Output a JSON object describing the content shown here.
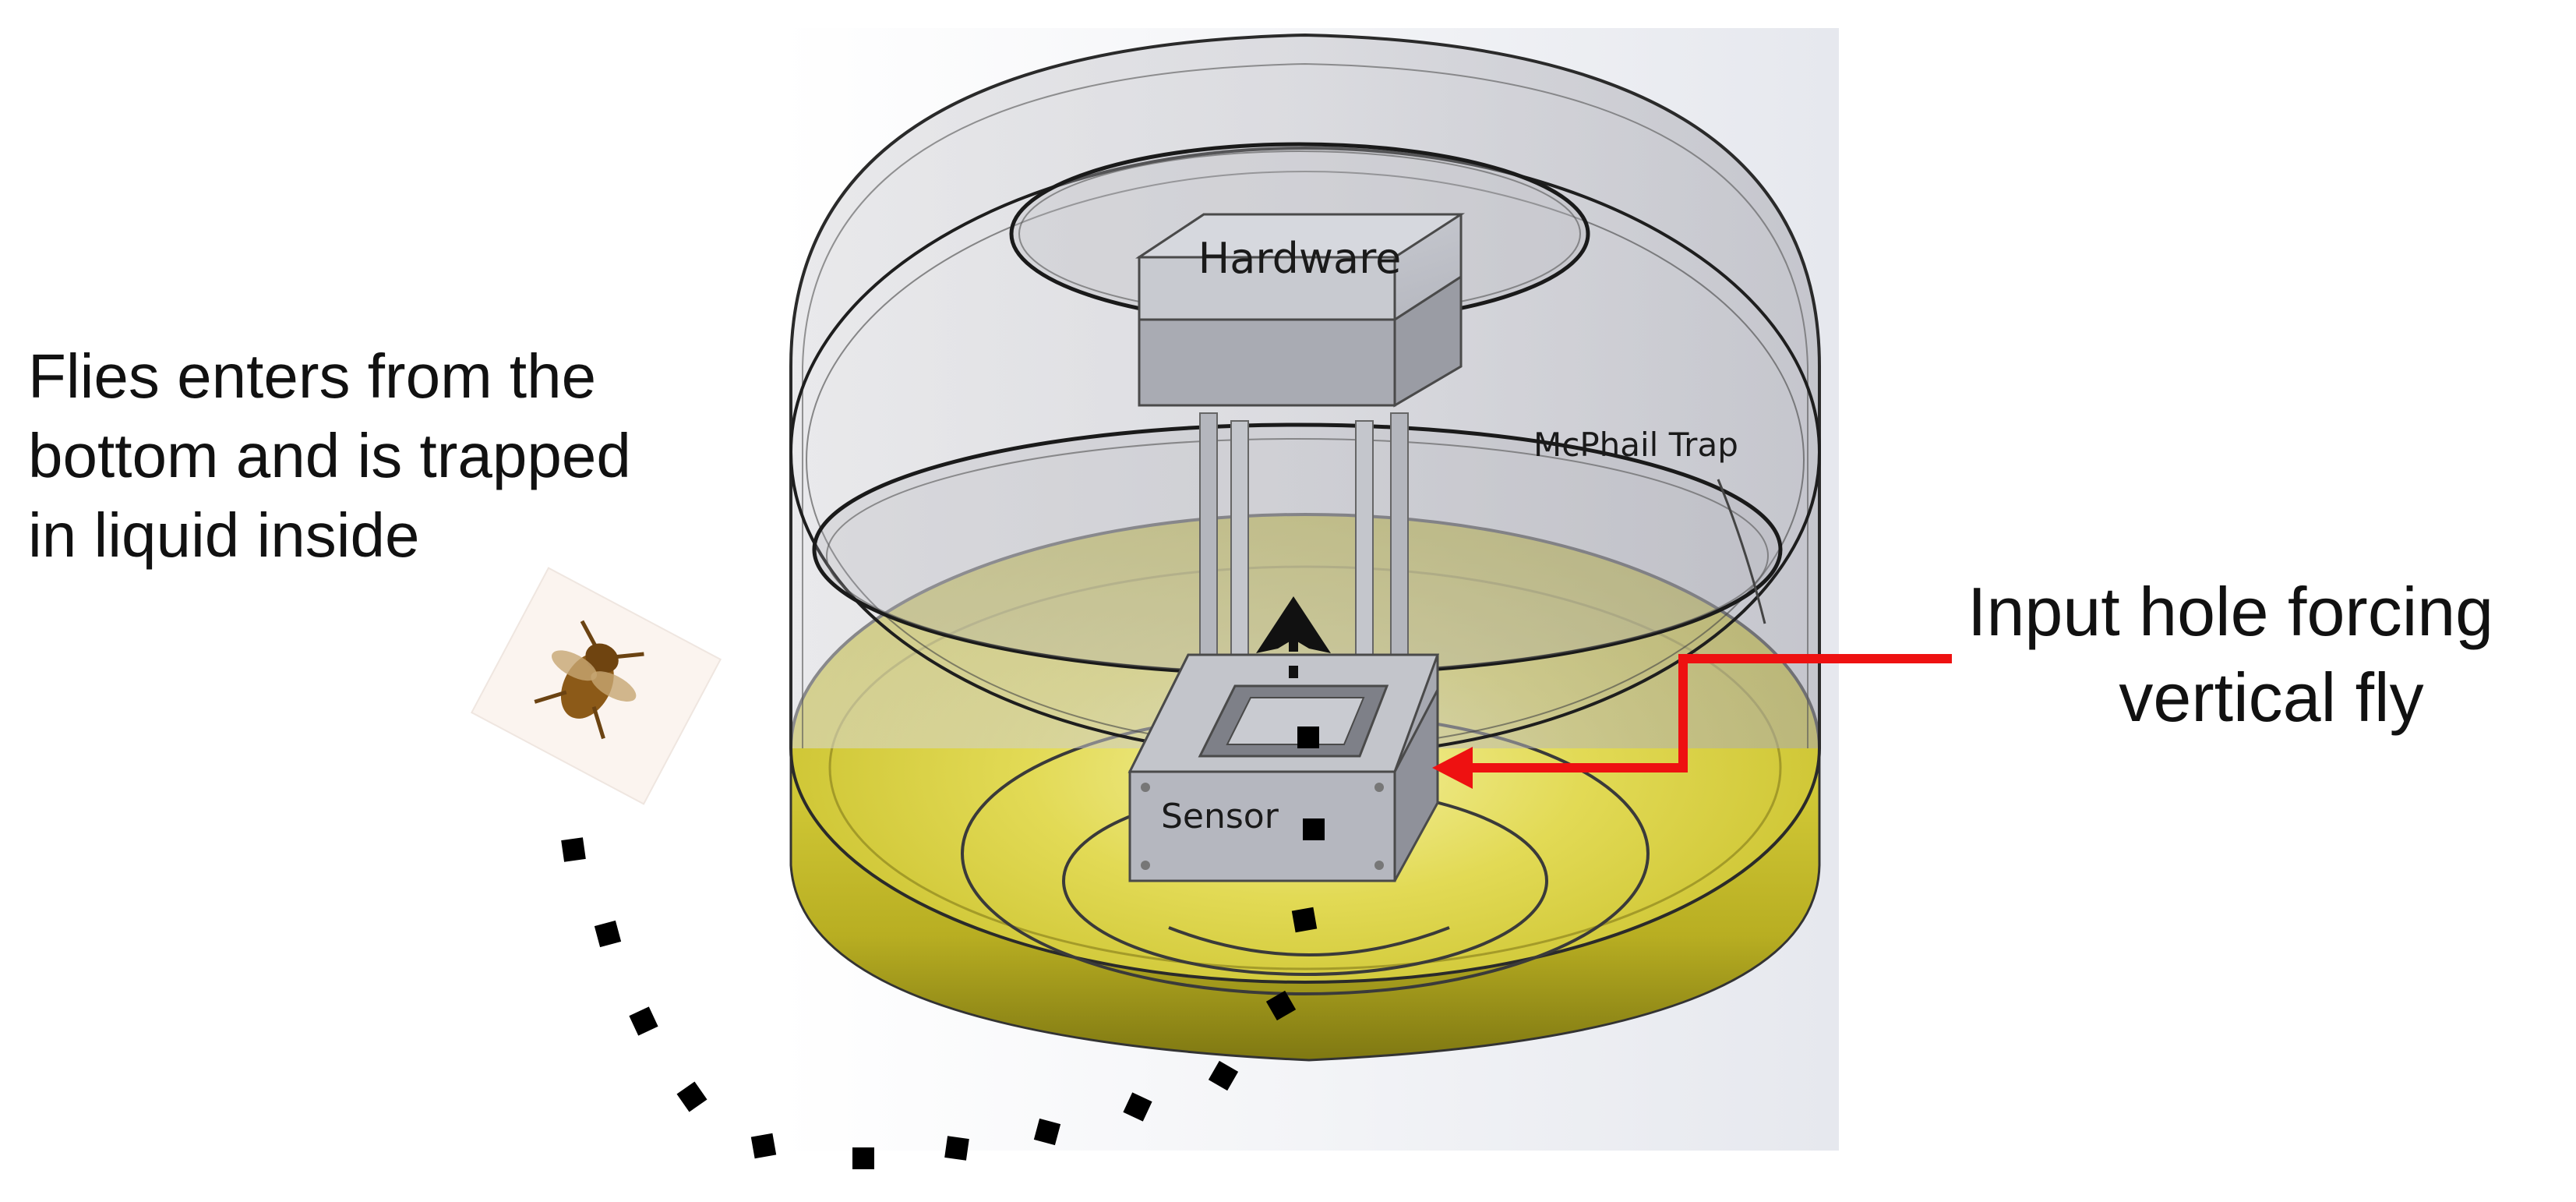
{
  "labels": {
    "flies_line1": "Flies enters from the",
    "flies_line2": "bottom and is trapped",
    "flies_line3": "in liquid inside",
    "input_line1": "Input hole forcing",
    "input_line2": "vertical fly",
    "hardware": "Hardware",
    "trap": "McPhail Trap",
    "sensor": "Sensor"
  },
  "colors": {
    "liquid": "#d9d13a",
    "liquid_dark": "#a8a020",
    "dome": "#c9c9cd",
    "arrow_red": "#ee1111",
    "path_dots": "#000000",
    "box": "#b9bbc2"
  },
  "icons": {
    "fly": "fly-photo"
  }
}
